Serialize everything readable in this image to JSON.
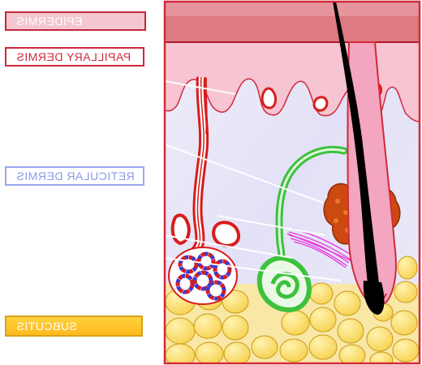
{
  "labels": {
    "epidermis": "EPIDERMIS",
    "papillary_dermis": "PAPILLARY DERMIS",
    "reticular_dermis": "RETICULAR DERMIS",
    "subcutis": "SUBCUTIS"
  },
  "colors": {
    "epidermis_fill": "#d9787f",
    "papillary_fill": "#f6c3cf",
    "reticular_fill": "#e7e4f6",
    "fat_fill": "#fce27a",
    "border": "#d22a3a",
    "vessel_red": "#d81c1c",
    "vessel_blue": "#3a3ad6",
    "nerve_green": "#3cc23c",
    "gland_orange": "#cc4a10",
    "muscle_magenta": "#e43adc",
    "hair_black": "#000000"
  }
}
